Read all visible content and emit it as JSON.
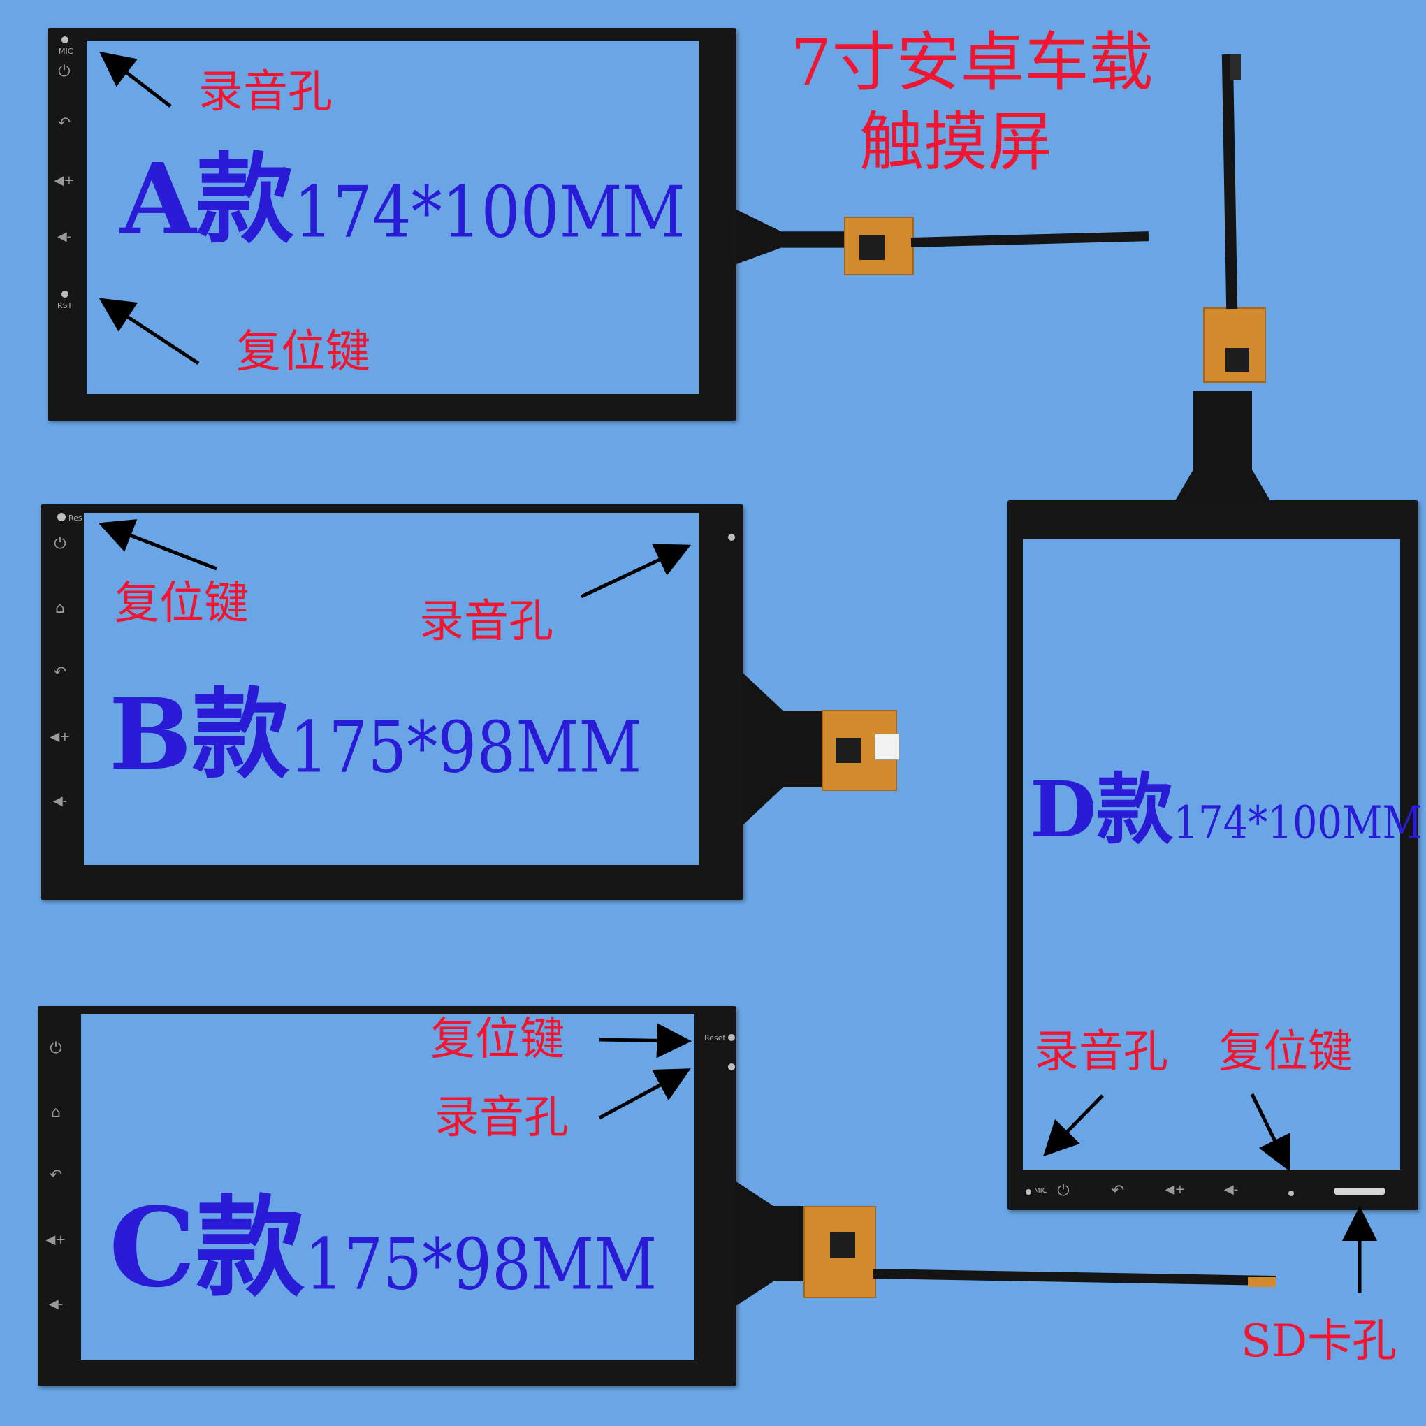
{
  "title": {
    "line1": "7寸安卓车载",
    "line2": "触摸屏"
  },
  "labels": {
    "mic_hole": "录音孔",
    "reset_key": "复位键",
    "sd_slot": "SD卡孔"
  },
  "panel_a": {
    "model": "A款",
    "size": "174*100MM",
    "silk": {
      "mic": "MIC",
      "rst": "RST"
    },
    "icons": [
      "power-icon",
      "back-icon",
      "volume-up-icon",
      "volume-down-icon"
    ]
  },
  "panel_b": {
    "model": "B款",
    "size": "175*98MM",
    "silk": {
      "res": "Res"
    },
    "icons": [
      "power-icon",
      "home-icon",
      "back-icon",
      "volume-up-icon",
      "volume-down-icon"
    ]
  },
  "panel_c": {
    "model": "C款",
    "size": "175*98MM",
    "silk": {
      "reset": "Reset"
    },
    "icons": [
      "power-icon",
      "home-icon",
      "back-icon",
      "volume-up-icon",
      "volume-down-icon"
    ]
  },
  "panel_d": {
    "model": "D款",
    "size": "174*100MM",
    "silk": {
      "mic": "MIC"
    },
    "icons": [
      "power-icon",
      "back-icon",
      "volume-up-icon",
      "volume-down-icon"
    ]
  },
  "glyphs": {
    "power": "⏻",
    "home": "⌂",
    "back": "↶",
    "vol_up": "◀+",
    "vol_down": "◀-"
  },
  "colors": {
    "background": "#6aa6e6",
    "label_red": "#ee1630",
    "model_blue": "#2a1bd6",
    "bezel": "#161616",
    "fpc_orange": "#d18a2c"
  }
}
